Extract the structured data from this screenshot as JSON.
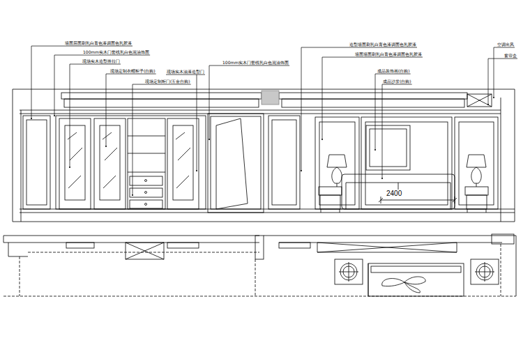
{
  "diagram": {
    "labels": [
      "墙面层面刷乳白育色漆调面色乳胶漆",
      "100mm实木门套线乳白色混油饰面",
      "现场实木造型推拉门",
      "现场定制衣帽柜子(自购)",
      "现场定制柜门(五金自购)",
      "现场实木油漆造型门",
      "100mm实木门套线乳白色混油饰面",
      "造型墙面刷乳白育色漆调面色乳胶漆",
      "墙面墙面刷乳白育色漆调面色乳胶漆",
      "成品装饰画(自购)",
      "成品沙发(自购)",
      "空调出风",
      "窗帘盒",
      "2400"
    ]
  }
}
